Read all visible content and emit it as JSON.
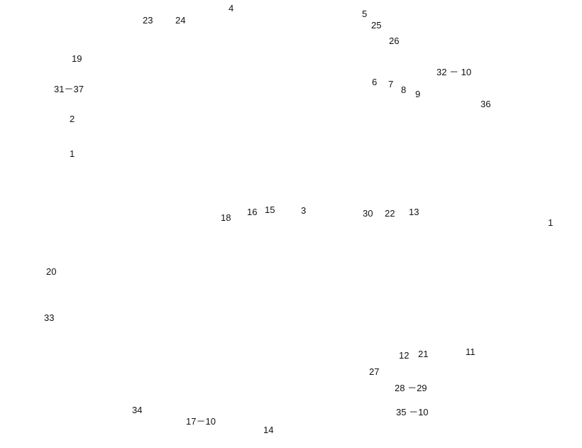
{
  "callouts": {
    "c1_top": "1",
    "c1_right": "1",
    "c2": "2",
    "c3": "3",
    "c4": "4",
    "c5": "5",
    "c6": "6",
    "c7": "7",
    "c8": "8",
    "c9": "9",
    "c11": "11",
    "c12": "12",
    "c13": "13",
    "c14": "14",
    "c15": "15",
    "c16": "16",
    "c17": "17－10",
    "c18": "18",
    "c19": "19",
    "c20": "20",
    "c21": "21",
    "c22": "22",
    "c23": "23",
    "c24": "24",
    "c25": "25",
    "c26": "26",
    "c27": "27",
    "c28": "28 －29",
    "c30": "30",
    "c31": "31－37",
    "c32": "32 － 10",
    "c33": "33",
    "c34": "34",
    "c35": "35 －10",
    "c36": "36"
  }
}
